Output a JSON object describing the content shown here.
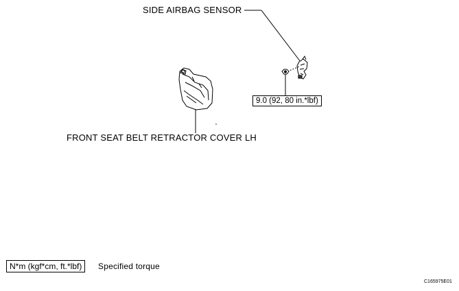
{
  "labels": {
    "side_airbag_sensor": "SIDE AIRBAG SENSOR",
    "retractor_cover": "FRONT SEAT BELT RETRACTOR COVER LH"
  },
  "torque": {
    "value": "9.0 (92, 80 in.*lbf)"
  },
  "legend": {
    "units": "N*m (kgf*cm, ft.*lbf)",
    "description": "Specified torque"
  },
  "figure_code": "C165975E01"
}
